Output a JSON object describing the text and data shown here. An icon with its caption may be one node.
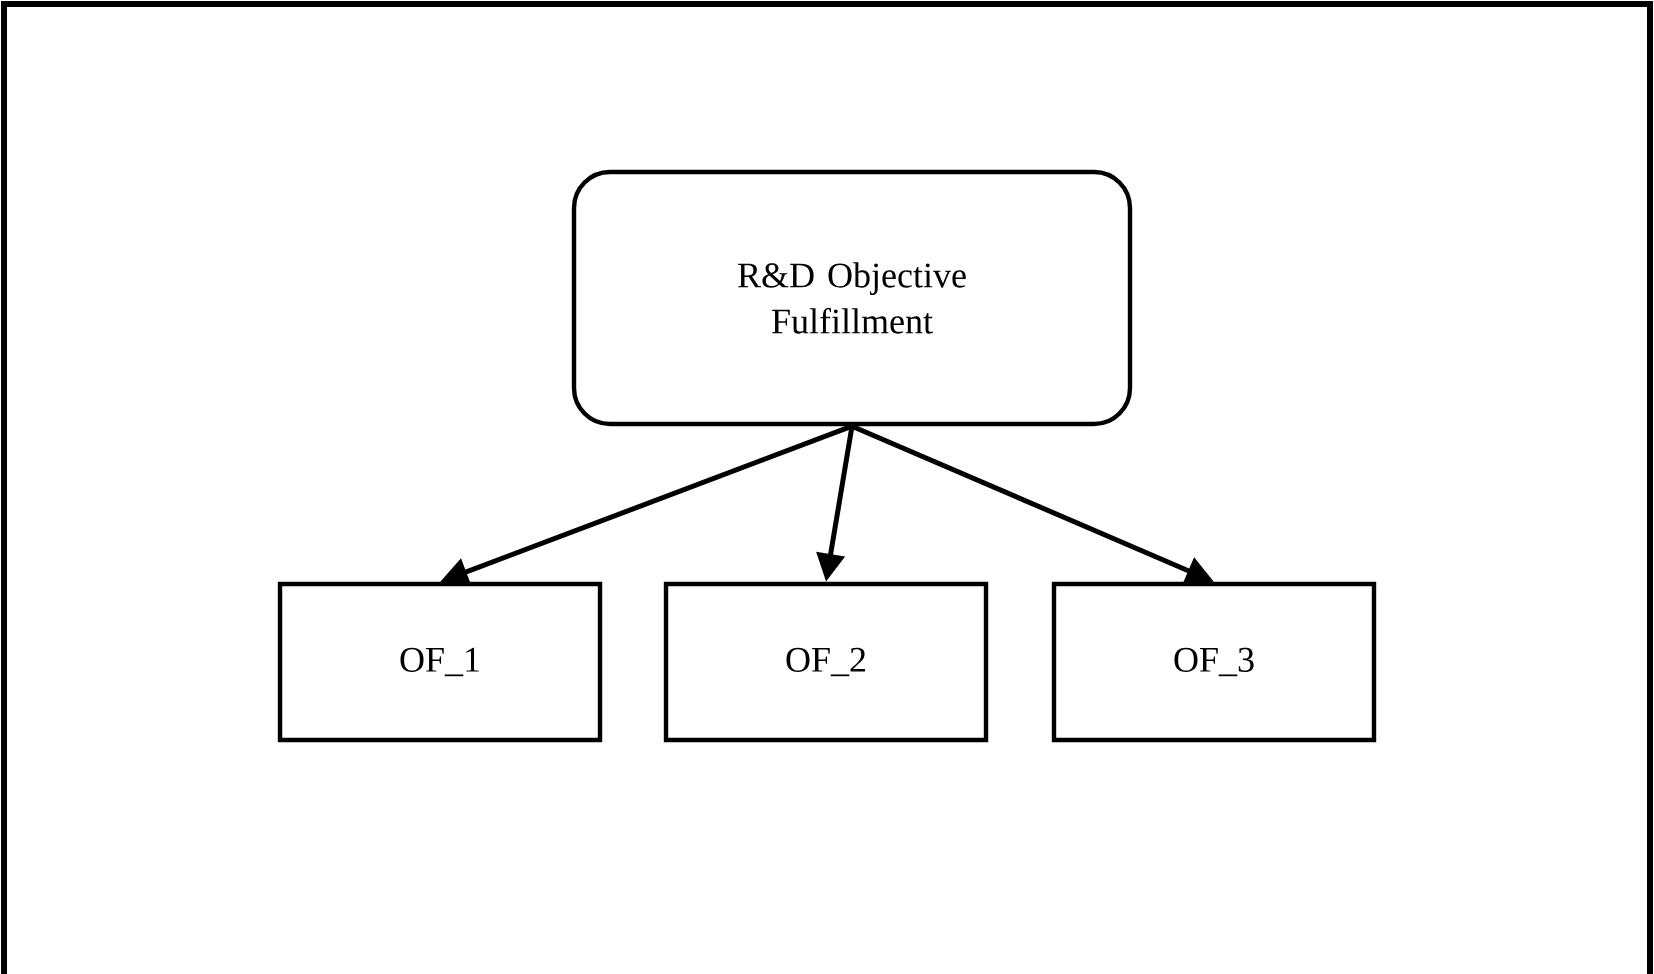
{
  "diagram": {
    "nodes": [
      {
        "text": [
          "R&D Objective Fulfillment"
        ]
      },
      {
        "text": [
          "OF_1"
        ]
      },
      {
        "text": [
          "OF_2"
        ]
      },
      {
        "text": [
          "OF_3"
        ]
      }
    ],
    "edges": [
      {
        "from": 0,
        "to": 1,
        "arrow": "to"
      },
      {
        "from": 0,
        "to": 2,
        "arrow": "to"
      },
      {
        "from": 0,
        "to": 3,
        "arrow": "to"
      }
    ]
  }
}
